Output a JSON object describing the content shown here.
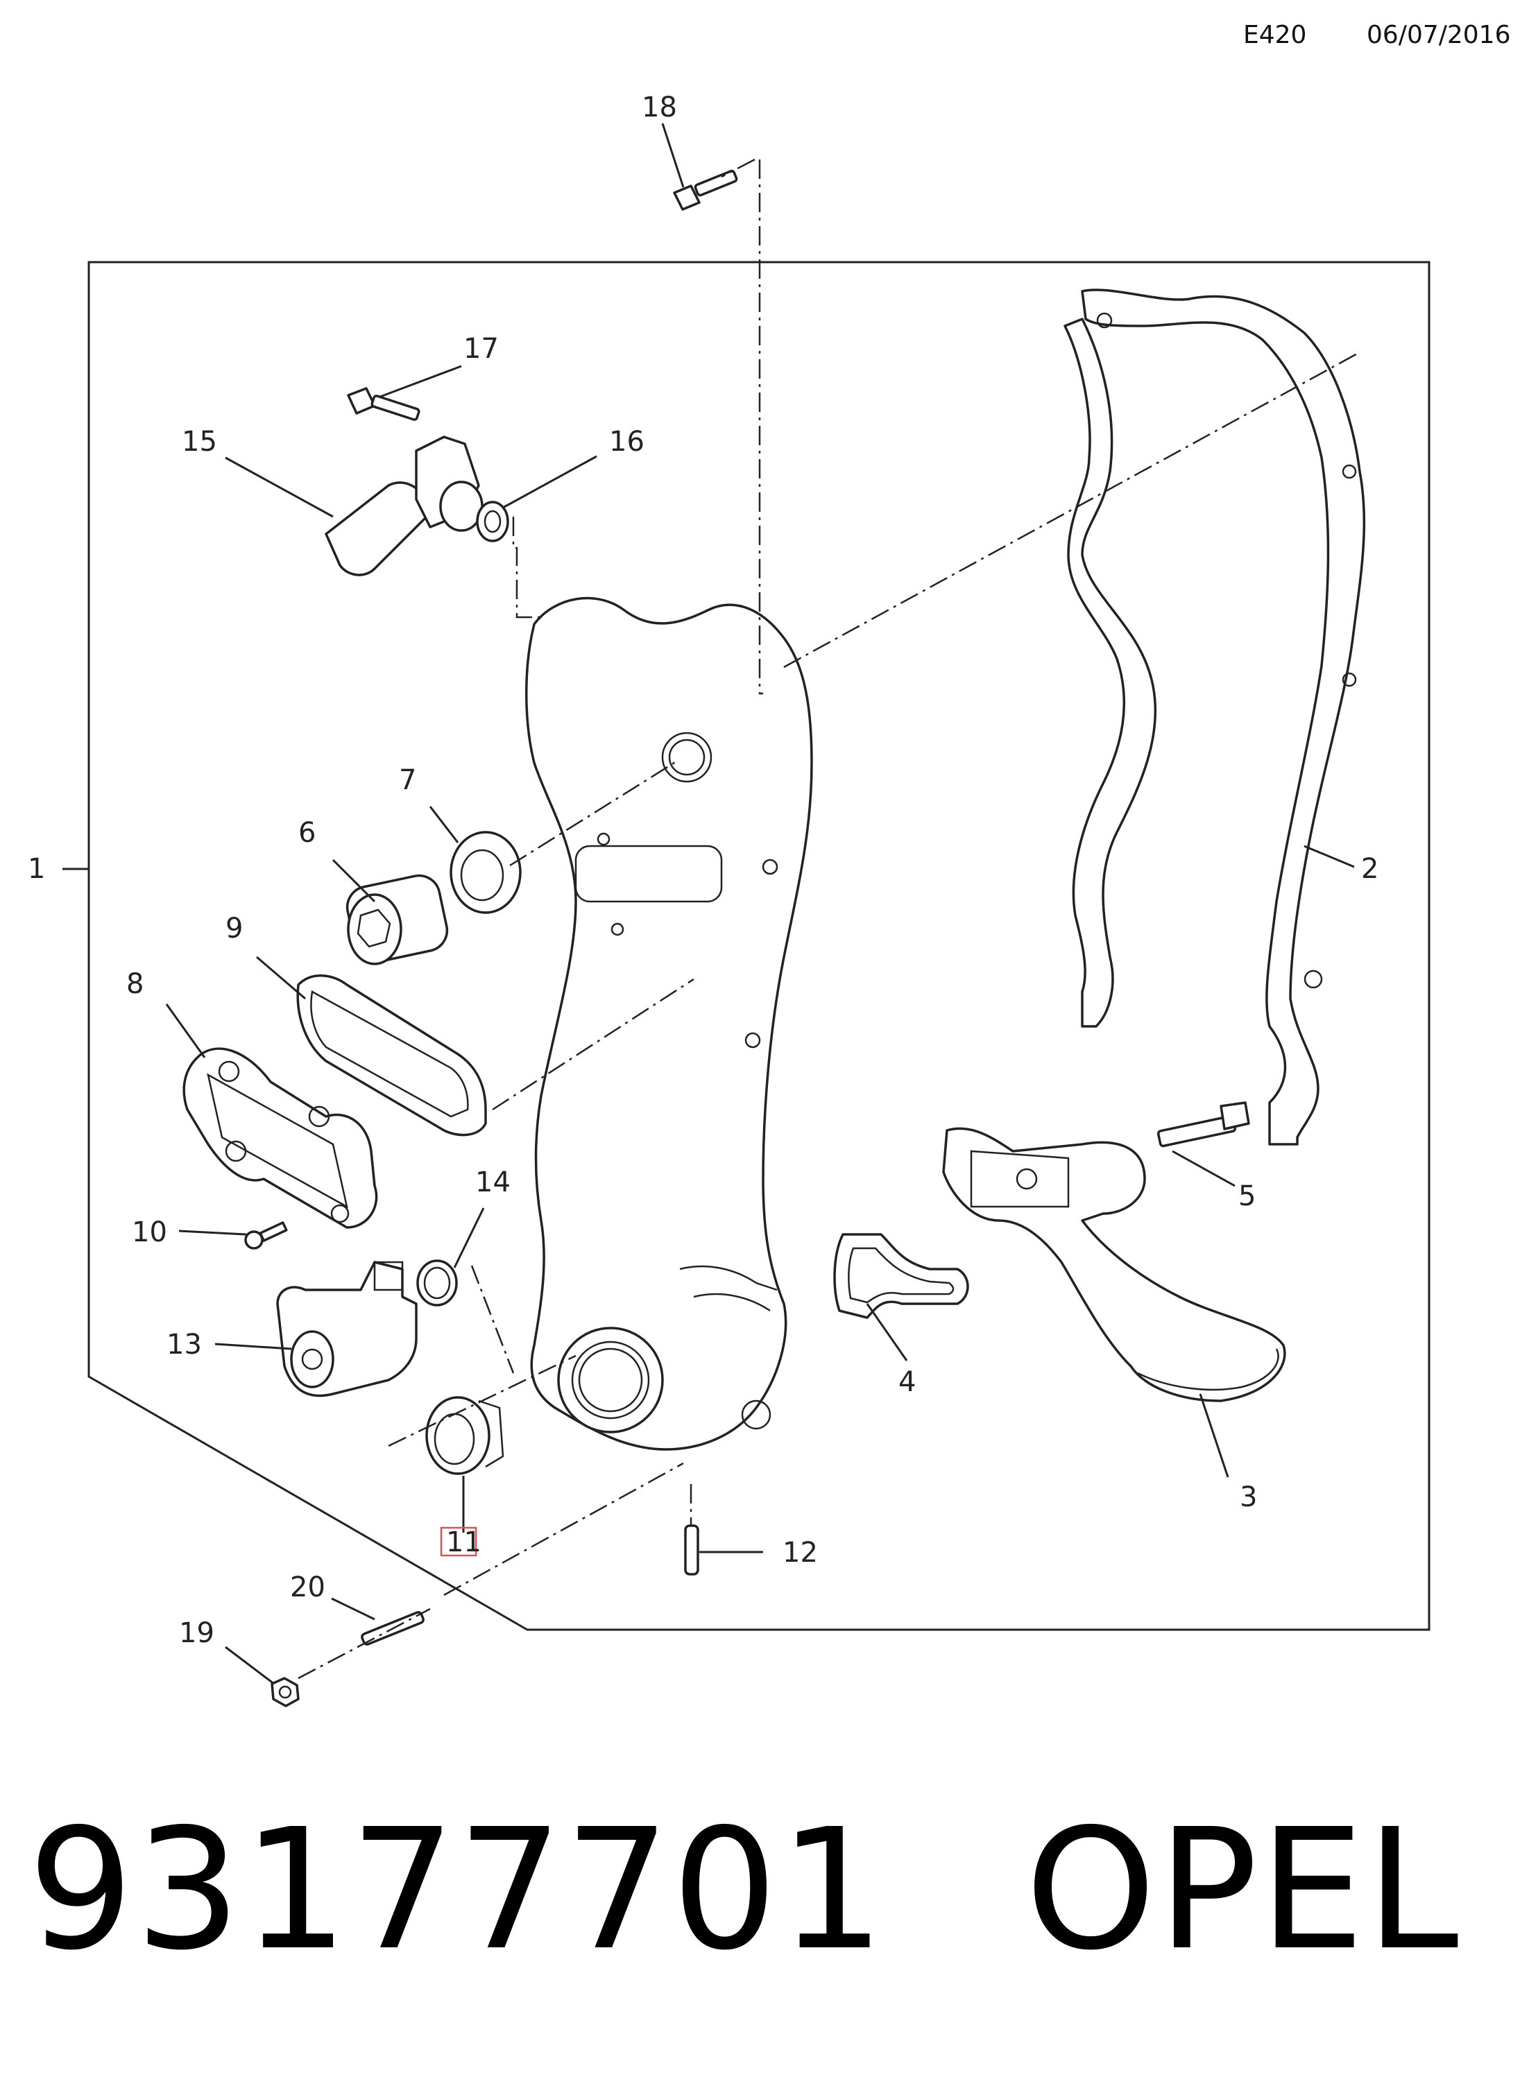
{
  "header": {
    "code": "E420",
    "date": "06/07/2016"
  },
  "footer": {
    "part_number": "93177701",
    "brand": "OPEL"
  },
  "highlight_color": "#e05050",
  "callouts": [
    {
      "id": "c1",
      "label": "1"
    },
    {
      "id": "c2",
      "label": "2"
    },
    {
      "id": "c3",
      "label": "3"
    },
    {
      "id": "c4",
      "label": "4"
    },
    {
      "id": "c5",
      "label": "5"
    },
    {
      "id": "c6",
      "label": "6"
    },
    {
      "id": "c7",
      "label": "7"
    },
    {
      "id": "c8",
      "label": "8"
    },
    {
      "id": "c9",
      "label": "9"
    },
    {
      "id": "c10",
      "label": "10"
    },
    {
      "id": "c11",
      "label": "11",
      "highlighted": true
    },
    {
      "id": "c12",
      "label": "12"
    },
    {
      "id": "c13",
      "label": "13"
    },
    {
      "id": "c14",
      "label": "14"
    },
    {
      "id": "c15",
      "label": "15"
    },
    {
      "id": "c16",
      "label": "16"
    },
    {
      "id": "c17",
      "label": "17"
    },
    {
      "id": "c18",
      "label": "18"
    },
    {
      "id": "c19",
      "label": "19"
    },
    {
      "id": "c20",
      "label": "20"
    }
  ]
}
